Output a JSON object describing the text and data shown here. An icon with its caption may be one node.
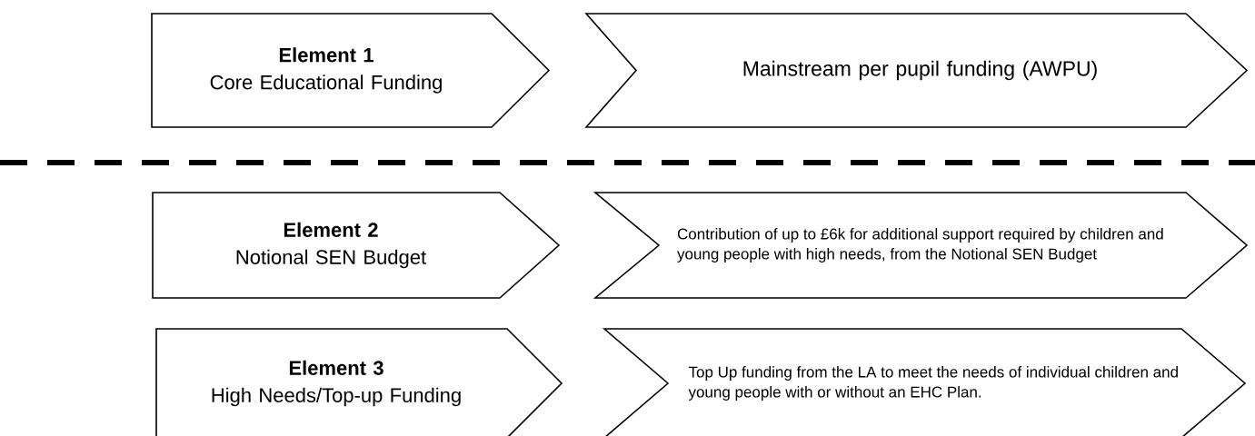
{
  "diagram": {
    "nodes": [
      {
        "text": [
          "Element 1",
          "Core Educational Funding"
        ]
      },
      {
        "text": [
          "Mainstream per pupil funding (AWPU)"
        ]
      },
      {
        "text": [
          "Element 2",
          "Notional SEN Budget"
        ]
      },
      {
        "text": [
          "Contribution of up to £6k for additional support required by children and young people with high needs, from the Notional SEN Budget"
        ]
      },
      {
        "text": [
          "Element 3",
          "High Needs/Top-up Funding"
        ]
      },
      {
        "text": [
          "Top Up funding from the LA to meet the needs of individual children and young people with or without an EHC Plan."
        ]
      }
    ]
  }
}
